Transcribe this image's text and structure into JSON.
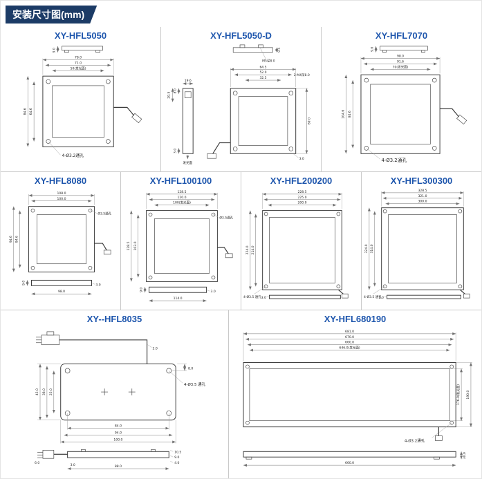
{
  "header": {
    "badge": "安装尺寸图(mm)"
  },
  "s5050": {
    "title": "XY-HFL5050",
    "tv_h": "9.0",
    "w1": "78.0",
    "w2": "71.0",
    "w3": "50(发光面)",
    "h1": "84.6",
    "h2": "64.6",
    "hole_note": "4-Ø3.2通孔"
  },
  "s5050d": {
    "title": "XY-HFL5050-D",
    "tv_h": "9.5",
    "tv_note": "M5深8.0",
    "sv_w": "19.6",
    "sv_d1": "8.0",
    "sv_d2": "20.5",
    "sv_d3": "3.0",
    "sv_label": "发光面",
    "w1": "64.5",
    "w2": "52.0",
    "w2_note": "2-M4深8.0",
    "w3": "32.5",
    "h1": "69.0",
    "d_b": "3.0"
  },
  "s7070": {
    "title": "XY-HFL7070",
    "tv_h": "9.0",
    "w1": "98.0",
    "w2": "91.6",
    "w3": "70(发光面)",
    "h1": "104.6",
    "h2": "84.6",
    "hole_note": "4-Ø3.2通孔"
  },
  "s8080": {
    "title": "XY-HFL8080",
    "w1": "108.0",
    "w2": "100.0",
    "h1": "94.6",
    "h2": "84.6",
    "screw_note": "Ø3.5通孔",
    "sv_t": "9.0",
    "sv_b": "3.0",
    "sv_w": "98.0"
  },
  "s100100": {
    "title": "XY-HFL100100",
    "w1": "128.5",
    "w2": "120.0",
    "w3": "100(发光面)",
    "h1": "128.5",
    "h2": "103.0",
    "screw_note": "Ø3.5通孔",
    "sv_t": "9.0",
    "sv_b": "3.0",
    "sv_w": "114.0"
  },
  "s200200": {
    "title": "XY-HFL200200",
    "w1": "228.5",
    "w2": "225.0",
    "w3": "200.0",
    "h1": "224.0",
    "h2": "214.0",
    "hole_note": "4-Ø3.5 通孔",
    "sv_b": "3.0"
  },
  "s300300": {
    "title": "XY-HFL300300",
    "w1": "328.5",
    "w2": "321.0",
    "w3": "300.0",
    "h1": "324.0",
    "h2": "314.0",
    "hole_note": "4-Ø3.5 通孔",
    "sv_b": "3.0"
  },
  "s8035": {
    "title": "XY--HFL8035",
    "cable_d": "2.0",
    "hole_off": "8.0",
    "h1": "45.0",
    "h2": "38.0",
    "h3": "25.0",
    "b1": "84.0",
    "b2": "94.0",
    "b3": "100.0",
    "hole_note": "4-Ø3.5 通孔",
    "r1": "10.5",
    "r2": "9.0",
    "r3": "4.0",
    "l1": "6.0",
    "l2": "3.0",
    "sv_w": "88.0"
  },
  "s680190": {
    "title": "XY-HFL680190",
    "w1": "681.0",
    "w2": "670.0",
    "w3": "660.0",
    "w4": "646.0(发光面)",
    "h1": "190.0",
    "h2": "176.0(发光面)",
    "hole_note": "4-Ø3.2通孔",
    "sv_w": "660.0",
    "sv_h": "30.0"
  }
}
